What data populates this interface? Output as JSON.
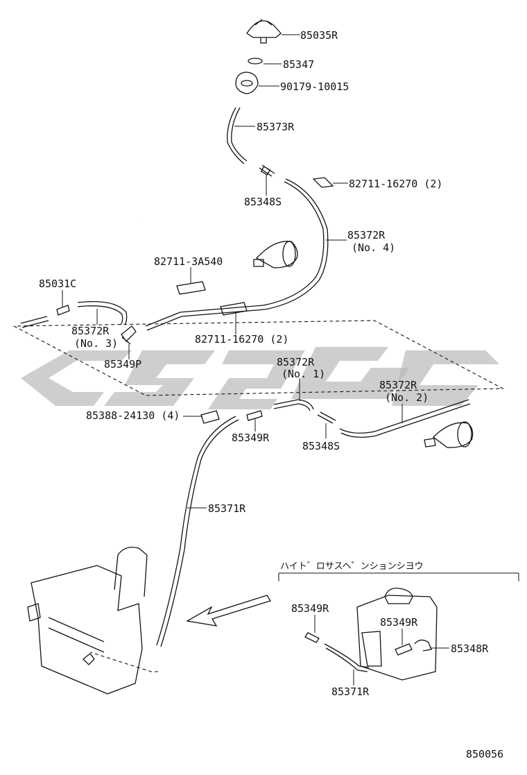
{
  "colors": {
    "ink": "#111111",
    "watermark": "#b9b9b9",
    "background": "#ffffff"
  },
  "labels": {
    "washer_nozzle": "85035R",
    "nozzle_gasket": "85347",
    "nozzle_grommet": "90179-10015",
    "hose_upper": "85373R",
    "joint_upper": "85348S",
    "clamp_upper_right": "82711-16270 (2)",
    "hose_no4": "85372R",
    "hose_no4_note": "(No. 4)",
    "clamp_center": "82711-3A540",
    "nozzle_left": "85031C",
    "hose_no3": "85372R",
    "hose_no3_note": "(No. 3)",
    "check_valve_left": "85349P",
    "clamp_lower_center": "82711-16270 (2)",
    "hose_no1": "85372R",
    "hose_no1_note": "(No. 1)",
    "hose_no2": "85372R",
    "hose_no2_note": "(No. 2)",
    "clamp_lower_left": "85388-24130 (4)",
    "check_valve_center": "85349R",
    "joint_lower": "85348S",
    "hose_main": "85371R",
    "variant_heading": "ハイト゛ロサスヘ゜ンションシヨウ",
    "variant_valve_left": "85349R",
    "variant_valve_right": "85349R",
    "variant_joint": "85348R",
    "variant_hose": "85371R",
    "figure_number": "850056"
  }
}
